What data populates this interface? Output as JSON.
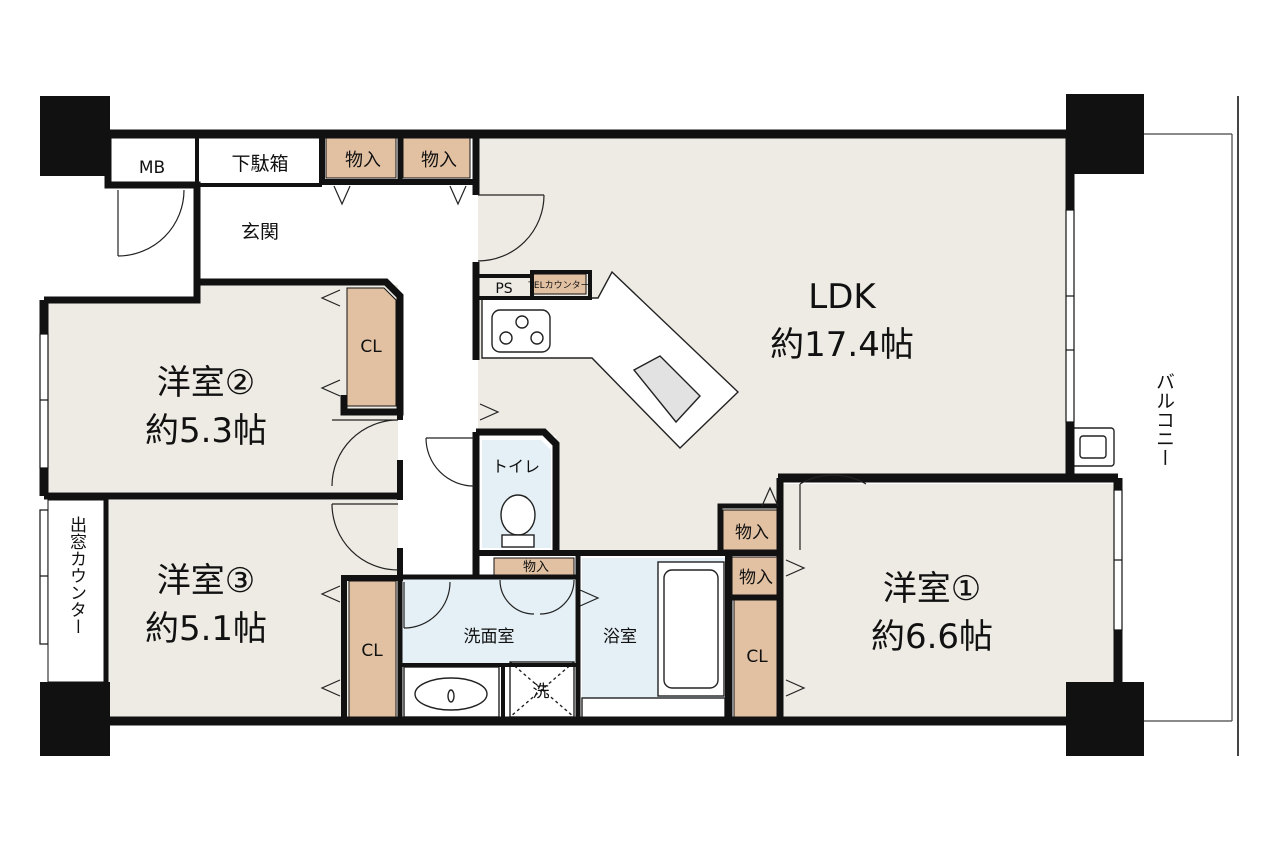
{
  "colors": {
    "room_floor": "#eeebe4",
    "wet_area": "#e4f0f6",
    "storage": "#e2c1a3",
    "wall": "#111111",
    "corridor": "#ffffff"
  },
  "rooms": {
    "ldk": {
      "name": "LDK",
      "size": "約17.4帖"
    },
    "western1": {
      "name": "洋室①",
      "size": "約6.6帖"
    },
    "western2": {
      "name": "洋室②",
      "size": "約5.3帖"
    },
    "western3": {
      "name": "洋室③",
      "size": "約5.1帖"
    }
  },
  "labels": {
    "mb": "MB",
    "shoe_box": "下駄箱",
    "entrance": "玄関",
    "storage_top_left": "物入",
    "storage_top_right": "物入",
    "ps": "PS",
    "tel_counter": "TELカウンター",
    "closet_w2": "CL",
    "closet_w3": "CL",
    "closet_w1": "CL",
    "toilet": "トイレ",
    "storage_small": "物入",
    "washroom": "洗面室",
    "washer": "洗",
    "bathroom": "浴室",
    "storage_ldk": "物入",
    "storage_w1": "物入",
    "bay_window_counter": "出窓カウンター",
    "balcony": "バルコニー"
  }
}
